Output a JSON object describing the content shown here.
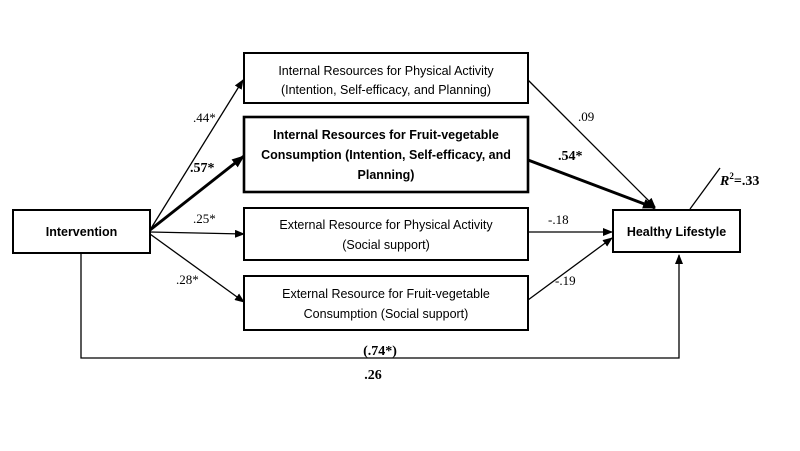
{
  "nodes": {
    "intervention": {
      "label": "Intervention"
    },
    "internal_pa": {
      "line1": "Internal Resources for Physical Activity",
      "line2": "(Intention, Self-efficacy, and Planning)"
    },
    "internal_fv": {
      "line1": "Internal Resources for Fruit-vegetable",
      "line2": "Consumption (Intention, Self-efficacy, and",
      "line3": "Planning)"
    },
    "external_pa": {
      "line1": "External Resource for Physical Activity",
      "line2": "(Social support)"
    },
    "external_fv": {
      "line1": "External Resource for Fruit-vegetable",
      "line2": "Consumption (Social support)"
    },
    "outcome": {
      "label": "Healthy Lifestyle"
    }
  },
  "paths": {
    "int_to_internal_pa": ".44*",
    "int_to_internal_fv": ".57*",
    "int_to_external_pa": ".25*",
    "int_to_external_fv": ".28*",
    "internal_pa_to_outcome": ".09",
    "internal_fv_to_outcome": ".54*",
    "external_pa_to_outcome": "-.18",
    "external_fv_to_outcome": "-.19",
    "direct_total": "(.74*)",
    "direct": ".26"
  },
  "r_squared": {
    "r": "R",
    "sup": "2",
    "value": "=.33"
  }
}
